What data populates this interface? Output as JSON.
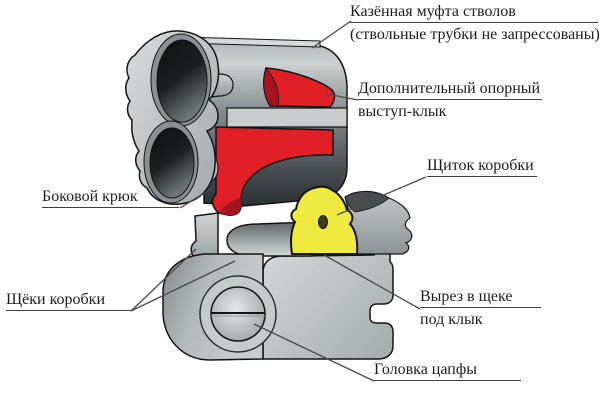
{
  "figure": {
    "type": "technical-diagram",
    "language": "ru",
    "subject": "shotgun breech muff and receiver parts",
    "labels": {
      "breech_muff": {
        "line1": "Казённая муфта стволов",
        "line2": "(ствольные трубки не запрессованы)"
      },
      "support_lug": {
        "line1": "Дополнительный опорный",
        "line2": "выступ-клык"
      },
      "receiver_shield": {
        "text": "Щиток коробки"
      },
      "side_hook": {
        "text": "Боковой крюк"
      },
      "receiver_cheeks": {
        "text": "Щёки коробки"
      },
      "cheek_cutout": {
        "line1": "Вырез в щеке",
        "line2": "под клык"
      },
      "trunnion_head": {
        "text": "Головка цапфы"
      }
    },
    "colors": {
      "highlight_red": "#e01f26",
      "highlight_red_dark": "#a31420",
      "highlight_yellow": "#f0e93f",
      "background": "#ffffff",
      "outline": "#141414",
      "leader": "#4a4a4a",
      "text": "#1c1c1c"
    }
  }
}
